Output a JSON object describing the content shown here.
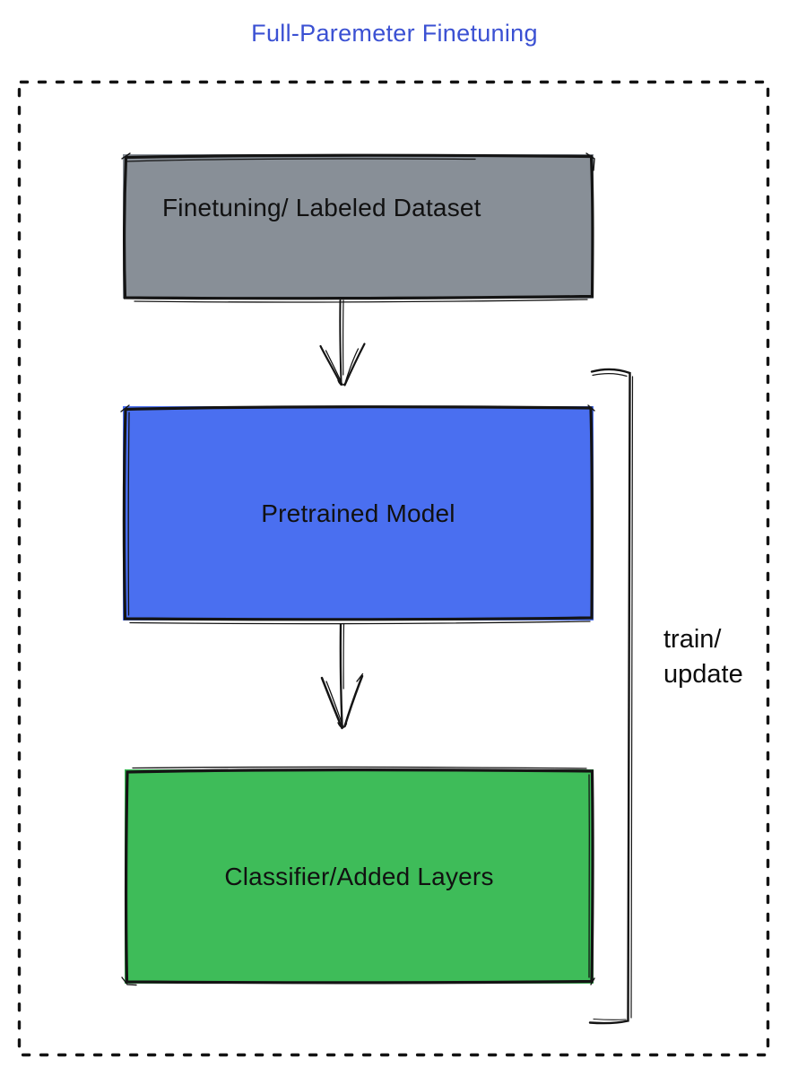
{
  "title": {
    "text": "Full-Paremeter Finetuning",
    "color": "#3B51D3"
  },
  "container": {
    "border_color": "#3B4FD0",
    "border_style": "dashed"
  },
  "diagram": {
    "stroke_color": "#141414",
    "nodes": [
      {
        "id": "finetuning-dataset",
        "label": "Finetuning/ Labeled Dataset",
        "fill": "#888F97",
        "text_color": "#111111"
      },
      {
        "id": "pretrained-model",
        "label": "Pretrained Model",
        "fill": "#4A6FF0",
        "text_color": "#111111"
      },
      {
        "id": "classifier-added-layers",
        "label": "Classifier/Added Layers",
        "fill": "#3EBC59",
        "text_color": "#111111"
      }
    ],
    "edges": [
      {
        "from": "finetuning-dataset",
        "to": "pretrained-model",
        "type": "arrow-down"
      },
      {
        "from": "pretrained-model",
        "to": "classifier-added-layers",
        "type": "arrow-down"
      }
    ],
    "annotation": {
      "label": "train/\nupdate",
      "bracket_spans": [
        "pretrained-model",
        "classifier-added-layers"
      ],
      "side": "right"
    }
  }
}
